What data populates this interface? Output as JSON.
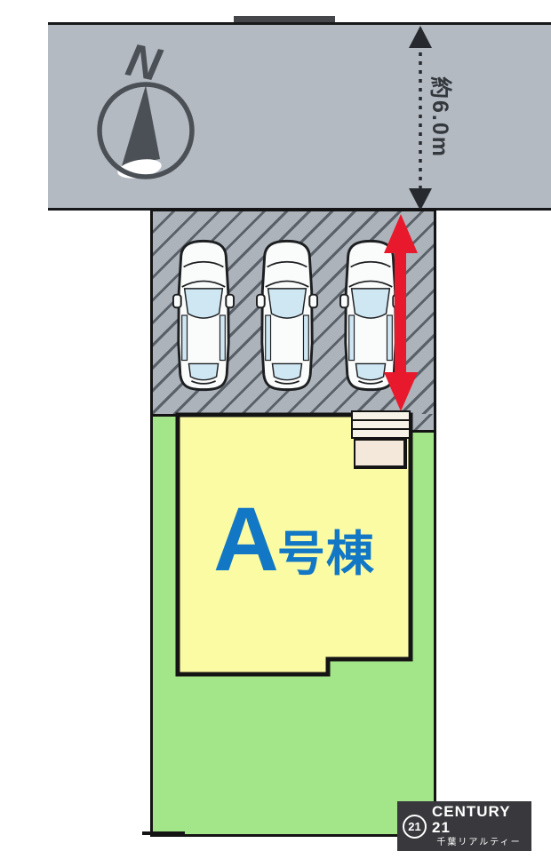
{
  "compass": {
    "label": "N"
  },
  "road": {
    "width_label": "約6.0m"
  },
  "parking": {
    "car_count": 3
  },
  "building": {
    "label_main": "A",
    "label_suffix": "号棟"
  },
  "branding": {
    "badge": "21",
    "brand": "CENTURY 21",
    "office": "千葉リアルティー"
  },
  "colors": {
    "road_gray": "#b4bac2",
    "parking_gray": "#acb3bb",
    "hatch_line": "#596067",
    "lot_green": "#a3e589",
    "building_yellow": "#fbfba4",
    "label_blue": "#1277c5",
    "arrow_red": "#e8192c",
    "porch_beige": "#f3e8da",
    "logo_dark": "#39393d"
  }
}
